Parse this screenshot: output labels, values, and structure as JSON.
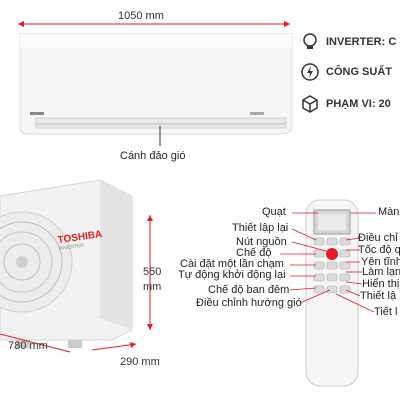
{
  "dimensions": {
    "indoor_width": "1050 mm",
    "outdoor_height": "550",
    "outdoor_height_unit": "mm",
    "outdoor_width": "780 mm",
    "outdoor_depth": "290 mm"
  },
  "indoor_caption": "Cánh đảo gió",
  "brand": {
    "logo": "TOSHIBA",
    "sub": "INVERTER"
  },
  "specs": [
    {
      "label": "INVERTER: C",
      "icon": "bulb-icon"
    },
    {
      "label": "CÔNG SUẤT",
      "icon": "power-icon"
    },
    {
      "label": "PHẠM VI: 20",
      "icon": "cube-icon"
    }
  ],
  "remote_left_labels": [
    "Quạt",
    "Thiết lập lại",
    "Nút nguồn",
    "Chế độ",
    "Cài đặt một lần chạm",
    "Tự động khởi động lại",
    "Chế độ ban đêm",
    "Điều chỉnh hướng gió"
  ],
  "remote_right_labels": [
    "Màn",
    "Điều chỉ",
    "Tốc độ q",
    "Yên tĩnh",
    "Làm lạn",
    "Hiển thị",
    "Thiết lậ",
    "Tiết l"
  ],
  "colors": {
    "accent": "#e31b23",
    "line": "#e31b23",
    "unit": "#f4f4f4"
  }
}
